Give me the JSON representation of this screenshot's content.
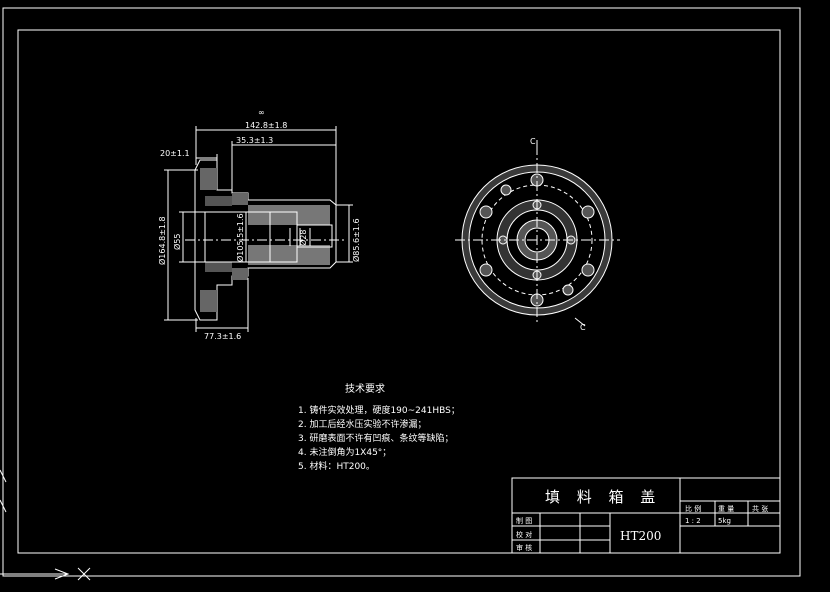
{
  "drawing": {
    "title": "填 料 箱 盖",
    "material": "HT200",
    "scale_header": "比 例",
    "weight_header": "重 量",
    "sheets_header": "共 张",
    "scale_value": "1 : 2",
    "weight_value": "5kg",
    "role_draw": "制 图",
    "role_check": "校 对",
    "role_review": "审 核"
  },
  "dimensions": {
    "overall_length": "142.8±1.8",
    "length_35": "35.3±1.3",
    "flange_thk": "20±1.1",
    "length_77": "77.3±1.6",
    "dia_flange": "Ø164.8±1.8",
    "dia_55": "Ø55",
    "dia_bore": "Ø105.5±1.6",
    "dia_boss": "Ø85.6±1.6",
    "dia_inner": "Ø28",
    "section_mark": "C",
    "view_symbol": "∞"
  },
  "requirements": {
    "title": "技术要求",
    "items": [
      "1. 铸件实效处理，硬度190~241HBS；",
      "2. 加工后经水压实验不许渗漏；",
      "3. 研磨表面不许有凹痕、条纹等缺陷；",
      "4. 未注倒角为1X45°；",
      "5. 材料：HT200。"
    ]
  }
}
